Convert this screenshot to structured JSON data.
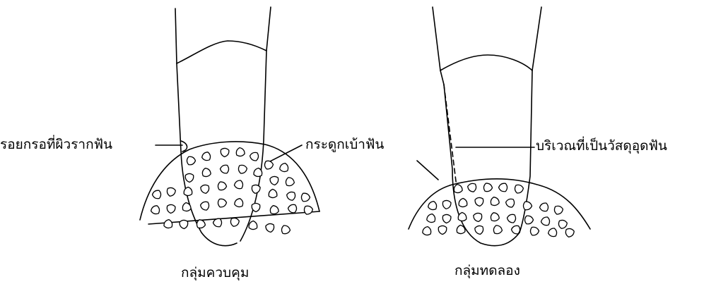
{
  "labels": {
    "root_scratch": "รอยกรอที่ผิวรากฟัน",
    "alveolar_bone": "กระดูกเบ้าฟัน",
    "filling_area": "บริเวณที่เป็นวัสดุอุดฟัน"
  },
  "captions": {
    "control": "กลุ่มควบคุม",
    "experimental": "กลุ่มทดลอง"
  },
  "colors": {
    "ink": "#000000",
    "paper": "#ffffff"
  }
}
